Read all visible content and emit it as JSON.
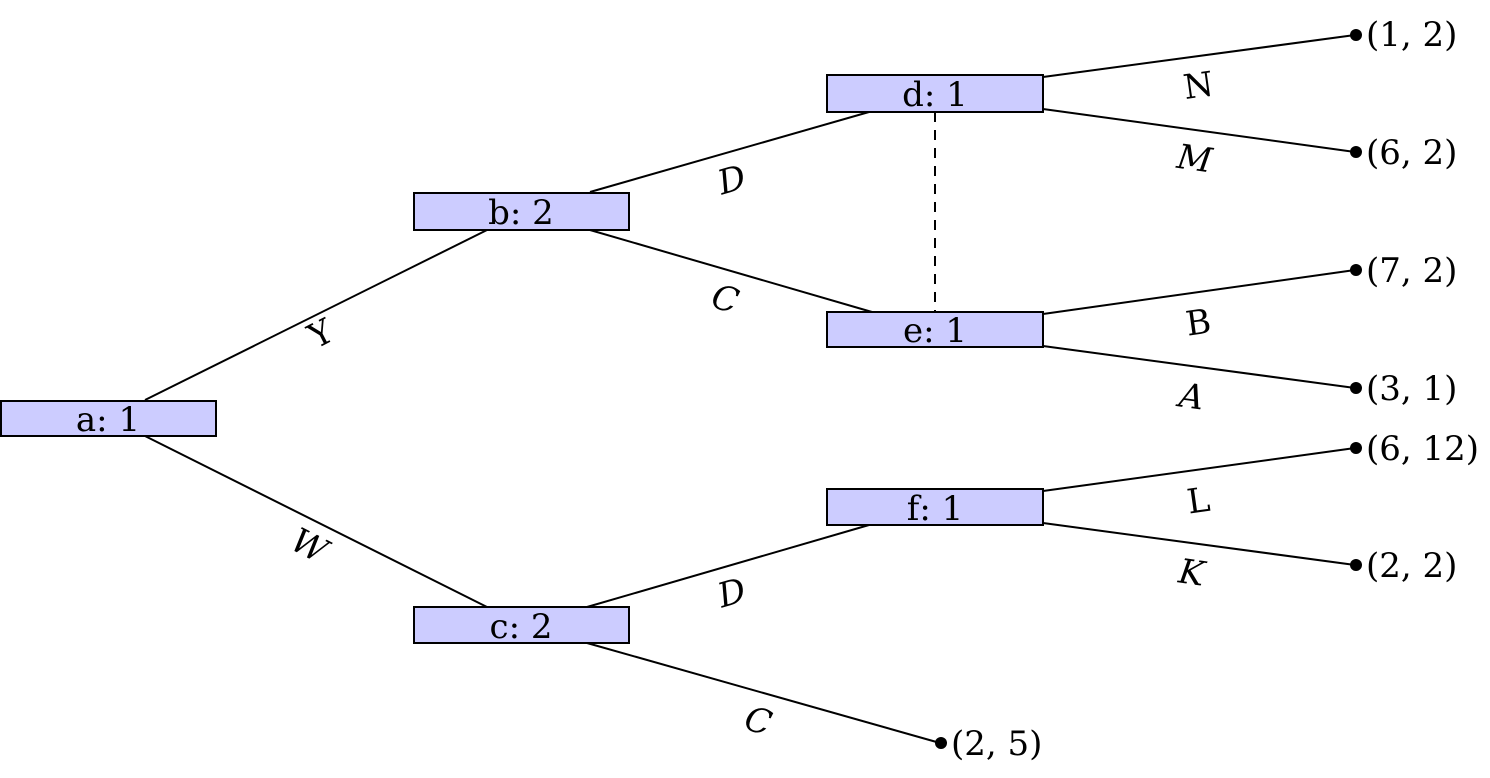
{
  "nodes": {
    "a": {
      "label": "a:  1"
    },
    "b": {
      "label": "b:  2"
    },
    "c": {
      "label": "c:  2"
    },
    "d": {
      "label": "d:  1"
    },
    "e": {
      "label": "e:  1"
    },
    "f": {
      "label": "f:  1"
    }
  },
  "edges": {
    "a_b": "Y",
    "a_c": "W",
    "b_d": "D",
    "b_e": "C",
    "c_f": "D",
    "c_t": "C",
    "d_t1": "N",
    "d_t2": "M",
    "e_t1": "B",
    "e_t2": "A",
    "f_t1": "L",
    "f_t2": "K"
  },
  "payoffs": {
    "d_t1": "(1, 2)",
    "d_t2": "(6, 2)",
    "e_t1": "(7, 2)",
    "e_t2": "(3, 1)",
    "f_t1": "(6, 12)",
    "f_t2": "(2, 2)",
    "c_t": "(2, 5)"
  },
  "colors": {
    "node_fill": "#ccccff"
  }
}
